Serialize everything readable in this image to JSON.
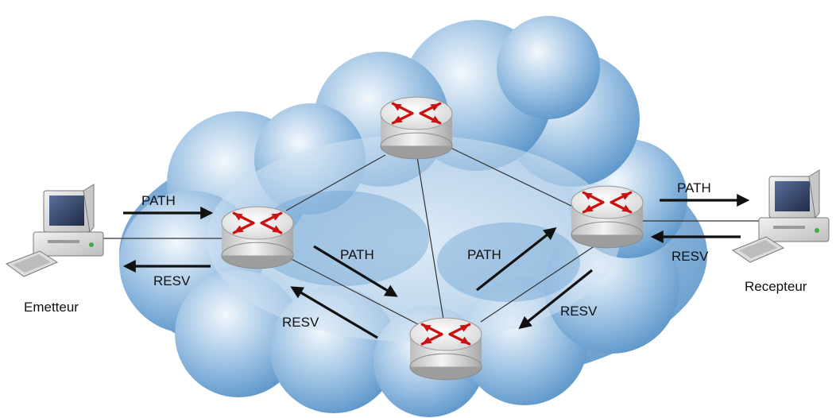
{
  "diagram": {
    "nodes": {
      "sender": {
        "label": "Emetteur",
        "type": "computer"
      },
      "receiver": {
        "label": "Recepteur",
        "type": "computer"
      },
      "router_left": {
        "type": "router"
      },
      "router_top": {
        "type": "router"
      },
      "router_bottom": {
        "type": "router"
      },
      "router_right": {
        "type": "router"
      }
    },
    "messages": {
      "path_sender": "PATH",
      "resv_sender": "RESV",
      "path_left_bottom": "PATH",
      "resv_bottom_left": "RESV",
      "path_bottom_right": "PATH",
      "resv_right_bottom": "RESV",
      "path_receiver": "PATH",
      "resv_receiver": "RESV"
    },
    "colors": {
      "cloud": "#5b95c9",
      "cloud_light": "#d6e6f4",
      "router_body": "#e9e9e9",
      "router_arrows": "#d01010",
      "arrow": "#111111",
      "link": "#333333"
    }
  }
}
